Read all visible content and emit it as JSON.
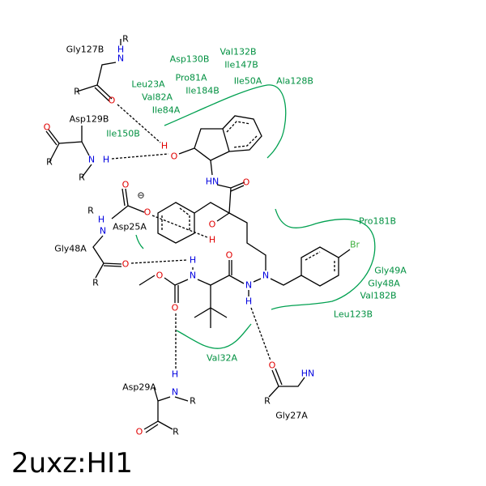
{
  "title": "2uxz:HI1",
  "residues_contact": [
    "Asp130B",
    "Val132B",
    "Ile147B",
    "Pro81A",
    "Leu23A",
    "Ile184B",
    "Ile50A",
    "Ala128B",
    "Val82A",
    "Ile84A",
    "Ile150B",
    "Pro181B",
    "Gly49A",
    "Gly48A",
    "Val182B",
    "Leu123B",
    "Val32A"
  ],
  "residues_hbond": [
    "Gly127B",
    "Asp129B",
    "Asp25A",
    "Gly48A",
    "Asp29A",
    "Gly27A"
  ],
  "atoms": {
    "N": "N",
    "O": "O",
    "H": "H",
    "R": "R",
    "HN": "HN",
    "Br": "Br",
    "minus": "⊖"
  },
  "colors": {
    "contact": "#009040",
    "oxygen": "#e00000",
    "nitrogen": "#0000e0",
    "bromine": "#40b040"
  }
}
